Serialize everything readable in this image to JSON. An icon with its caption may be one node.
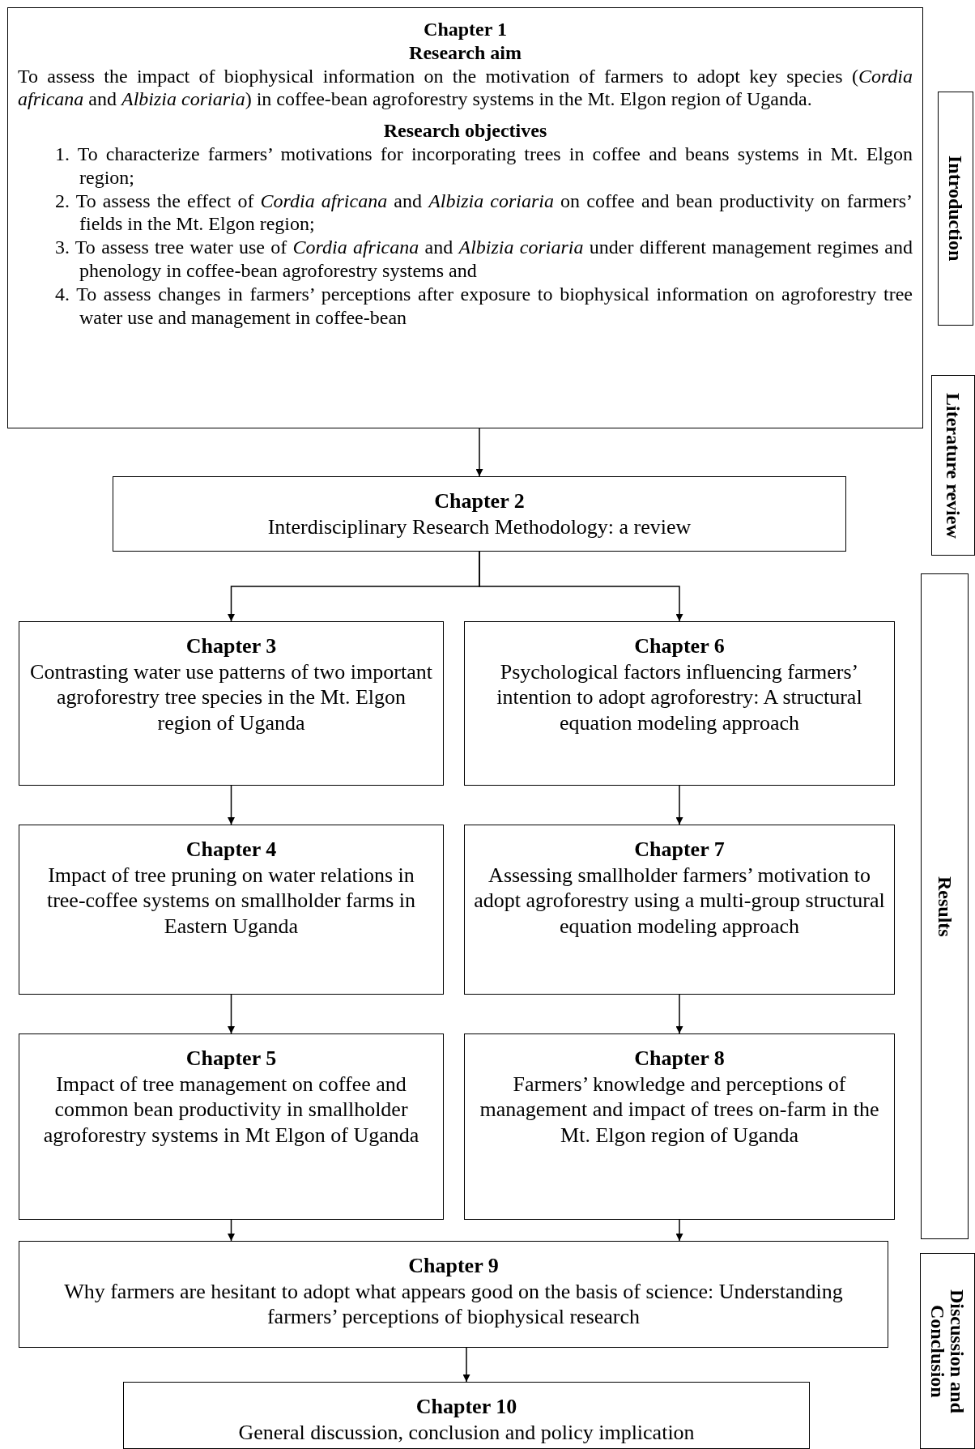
{
  "diagram": {
    "nodes": [
      {
        "text": [
          "Chapter 1",
          "Research aim",
          "To assess the impact of biophysical information on the motivation of farmers to adopt key species (*Cordia africana* and *Albizia coriaria*) in coffee-bean agroforestry systems in the Mt. Elgon region of Uganda.",
          "Research objectives",
          "1. To characterize farmers’ motivations for incorporating trees in coffee and beans systems in Mt. Elgon region;",
          "2. To assess the effect of *Cordia africana* and *Albizia coriaria* on coffee and bean productivity on farmers’ fields in the Mt. Elgon region;",
          "3. To assess tree water use of *Cordia africana* and *Albizia coriaria* under different management regimes and phenology in coffee-bean agroforestry systems and",
          "4. To assess changes in farmers’ perceptions after exposure to biophysical information on agroforestry tree water use and management in coffee-bean"
        ]
      },
      {
        "text": [
          "Chapter 2",
          "Interdisciplinary Research Methodology: a review"
        ]
      },
      {
        "text": [
          "Chapter 3",
          "Contrasting water use patterns of two important agroforestry tree species in the Mt. Elgon region of Uganda"
        ]
      },
      {
        "text": [
          "Chapter 4",
          "Impact of tree pruning on water relations in tree-coffee systems on smallholder farms in Eastern Uganda"
        ]
      },
      {
        "text": [
          "Chapter 5",
          "Impact of tree management on coffee and common bean productivity in smallholder agroforestry systems in Mt Elgon of Uganda"
        ]
      },
      {
        "text": [
          "Chapter 6",
          "Psychological factors influencing farmers’ intention to adopt agroforestry: A structural equation modeling approach"
        ]
      },
      {
        "text": [
          "Chapter 7",
          "Assessing smallholder farmers’ motivation to adopt agroforestry using a multi-group structural equation modeling approach"
        ]
      },
      {
        "text": [
          "Chapter 8",
          "Farmers’ knowledge and perceptions of management and impact of trees on-farm in the Mt. Elgon region of Uganda"
        ]
      },
      {
        "text": [
          "Chapter 9",
          "Why farmers are hesitant to adopt what appears good on the basis of science: Understanding farmers’ perceptions of biophysical research"
        ]
      },
      {
        "text": [
          "Chapter 10",
          "General discussion, conclusion and policy implication"
        ]
      },
      {
        "text": [
          "Introduction"
        ]
      },
      {
        "text": [
          "Literature review"
        ]
      },
      {
        "text": [
          "Results"
        ]
      },
      {
        "text": [
          "Discussion and Conclusion"
        ]
      }
    ],
    "edges": [
      {
        "from": 0,
        "to": 1,
        "arrow": "to"
      },
      {
        "from": 1,
        "to": 2,
        "arrow": "to"
      },
      {
        "from": 1,
        "to": 5,
        "arrow": "to"
      },
      {
        "from": 2,
        "to": 3,
        "arrow": "to"
      },
      {
        "from": 3,
        "to": 4,
        "arrow": "to"
      },
      {
        "from": 5,
        "to": 6,
        "arrow": "to"
      },
      {
        "from": 6,
        "to": 7,
        "arrow": "to"
      },
      {
        "from": 4,
        "to": 8,
        "arrow": "to"
      },
      {
        "from": 7,
        "to": 8,
        "arrow": "to"
      },
      {
        "from": 8,
        "to": 9,
        "arrow": "to"
      }
    ]
  }
}
